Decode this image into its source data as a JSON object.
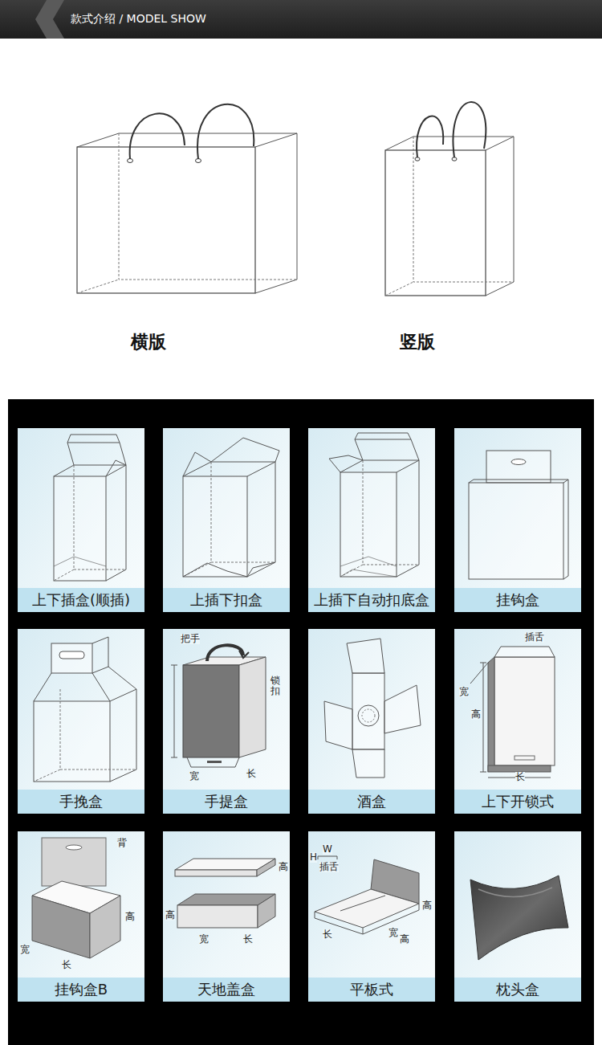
{
  "diagram": {
    "title": "款式介绍 / MODEL SHOW",
    "nodes": [
      {
        "text": [
          "上下插盒(顺插)"
        ]
      },
      {
        "text": [
          "上插下扣盒"
        ]
      },
      {
        "text": [
          "上插下自动扣底盒"
        ]
      },
      {
        "text": [
          "挂钩盒"
        ]
      },
      {
        "text": [
          "手挽盒"
        ]
      },
      {
        "text": [
          "手提盒"
        ]
      },
      {
        "text": [
          "酒盒"
        ]
      },
      {
        "text": [
          "上下开锁式"
        ]
      },
      {
        "text": [
          "挂钩盒B"
        ]
      },
      {
        "text": [
          "天地盖盒"
        ]
      },
      {
        "text": [
          "平板式"
        ]
      },
      {
        "text": [
          "枕头盒"
        ]
      }
    ],
    "labels": [
      "横版",
      "竖版",
      "把手",
      "锁扣",
      "宽",
      "长",
      "插舌",
      "宽",
      "高",
      "长",
      "背",
      "高",
      "宽",
      "长",
      "高",
      "高",
      "宽",
      "长",
      "W",
      "H",
      "插舌",
      "长",
      "宽",
      "高",
      "高"
    ]
  }
}
